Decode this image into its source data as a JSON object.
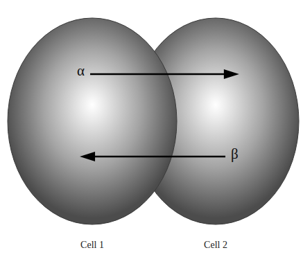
{
  "diagram": {
    "nodes": [
      {
        "text": [
          "Cell 1"
        ]
      },
      {
        "text": [
          "Cell 2"
        ]
      }
    ],
    "edges": [
      {
        "from": 0,
        "to": 1,
        "arrow": "to",
        "label": "α"
      },
      {
        "from": 1,
        "to": 0,
        "arrow": "to",
        "label": "β"
      }
    ]
  }
}
